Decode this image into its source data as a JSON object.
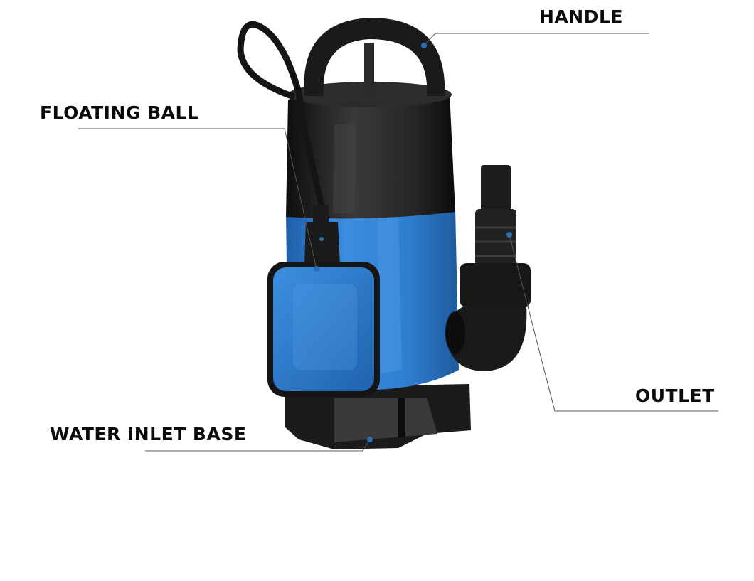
{
  "labels": {
    "handle": "HANDLE",
    "floating_ball": "FLOATING BALL",
    "outlet": "OUTLET",
    "water_inlet_base": "WATER INLET BASE"
  },
  "colors": {
    "pump_blue": "#2f7fd0",
    "pump_black": "#1c1c1c",
    "leader_line": "#555555",
    "callout_dot": "#2a6fb5"
  },
  "product": "submersible-pump-image"
}
